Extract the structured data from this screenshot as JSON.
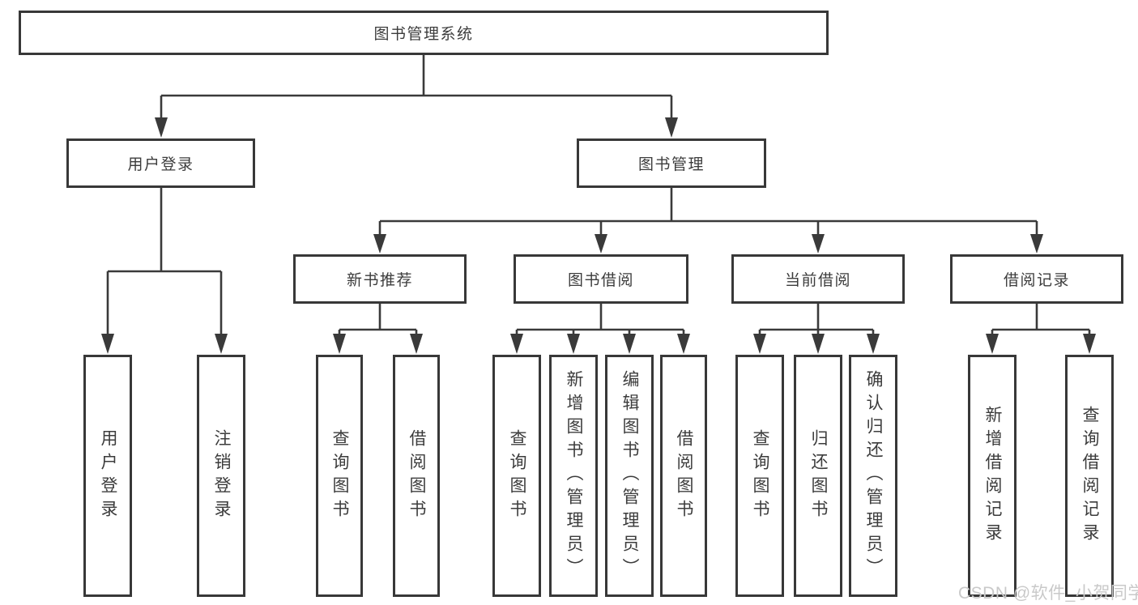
{
  "colors": {
    "background": "#ffffff",
    "box_border": "#383838",
    "line": "#3a3a3a",
    "text": "#3c3c3c",
    "watermark_text": "#c9c9c9"
  },
  "root": {
    "label": "图书管理系统"
  },
  "branches": {
    "user_login": {
      "label": "用户登录",
      "leaves": [
        "用户登录",
        "注销登录"
      ]
    },
    "book_mgmt": {
      "label": "图书管理",
      "groups": {
        "new_book_rec": {
          "label": "新书推荐",
          "leaves": [
            "查询图书",
            "借阅图书"
          ]
        },
        "book_borrow": {
          "label": "图书借阅",
          "leaves": [
            "查询图书",
            "新增图书（管理员）",
            "编辑图书（管理员）",
            "借阅图书"
          ]
        },
        "current_borrow": {
          "label": "当前借阅",
          "leaves": [
            "查询图书",
            "归还图书",
            "确认归还（管理员）"
          ]
        },
        "borrow_records": {
          "label": "借阅记录",
          "leaves": [
            "新增借阅记录",
            "查询借阅记录"
          ]
        }
      }
    }
  },
  "watermark": {
    "text": "CSDN @软件_小贺同学"
  }
}
